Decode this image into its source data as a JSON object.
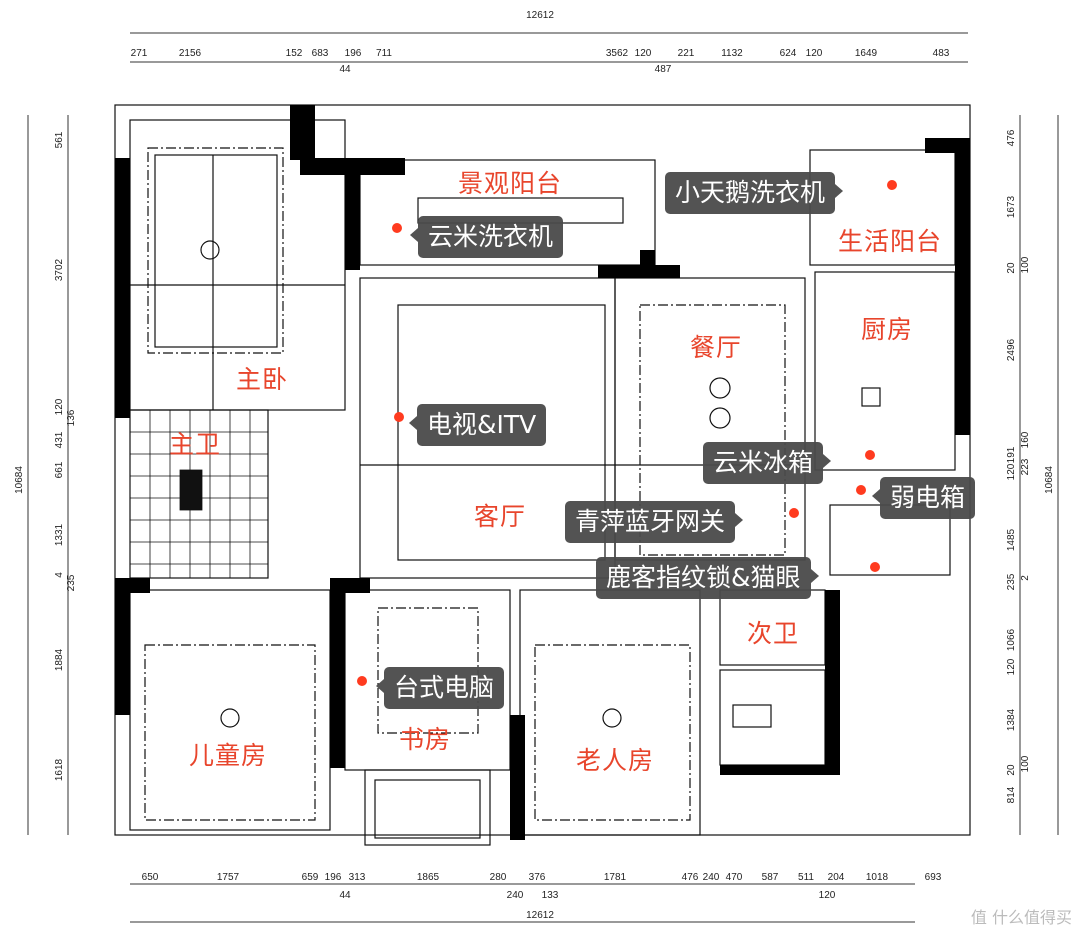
{
  "dimensions": {
    "top_total": "12612",
    "top": [
      "271",
      "2156",
      "152",
      "683",
      "196",
      "711",
      "3562",
      "120",
      "221",
      "1132",
      "624",
      "120",
      "1649",
      "483"
    ],
    "top_sub": [
      "44",
      "487"
    ],
    "left_total": "10684",
    "left": [
      "561",
      "3702",
      "120",
      "136",
      "431",
      "661",
      "1331",
      "4",
      "235",
      "1884",
      "1618"
    ],
    "right_total": "10684",
    "right": [
      "476",
      "1673",
      "20",
      "100",
      "2496",
      "191",
      "160",
      "120",
      "223",
      "1485",
      "235",
      "2",
      "1066",
      "120",
      "1384",
      "20",
      "100",
      "814"
    ],
    "bottom_total": "12612",
    "bottom": [
      "650",
      "1757",
      "659",
      "196",
      "313",
      "1865",
      "280",
      "376",
      "1781",
      "476",
      "240",
      "470",
      "587",
      "511",
      "204",
      "1018",
      "693"
    ],
    "bottom_sub": [
      "44",
      "240",
      "133",
      "120"
    ]
  },
  "rooms": [
    {
      "name": "landscape-balcony",
      "label": "景观阳台"
    },
    {
      "name": "living-balcony",
      "label": "生活阳台"
    },
    {
      "name": "master-bedroom",
      "label": "主卧"
    },
    {
      "name": "master-bathroom",
      "label": "主卫"
    },
    {
      "name": "kitchen",
      "label": "厨房"
    },
    {
      "name": "dining-room",
      "label": "餐厅"
    },
    {
      "name": "living-room",
      "label": "客厅"
    },
    {
      "name": "second-bathroom",
      "label": "次卫"
    },
    {
      "name": "kids-room",
      "label": "儿童房"
    },
    {
      "name": "study",
      "label": "书房"
    },
    {
      "name": "elder-room",
      "label": "老人房"
    }
  ],
  "devices": [
    {
      "name": "viomi-washer",
      "label": "云米洗衣机"
    },
    {
      "name": "littleswan-washer",
      "label": "小天鹅洗衣机"
    },
    {
      "name": "tv-itv",
      "label": "电视&ITV"
    },
    {
      "name": "viomi-fridge",
      "label": "云米冰箱"
    },
    {
      "name": "low-voltage-box",
      "label": "弱电箱"
    },
    {
      "name": "qingping-gateway",
      "label": "青萍蓝牙网关"
    },
    {
      "name": "lockin-lock",
      "label": "鹿客指纹锁&猫眼"
    },
    {
      "name": "desktop-pc",
      "label": "台式电脑"
    }
  ],
  "colors": {
    "room_label": "#e8452c",
    "callout_bg": "#4a4a4a",
    "dot": "#ff3b1f"
  },
  "watermark": "值 什么值得买"
}
